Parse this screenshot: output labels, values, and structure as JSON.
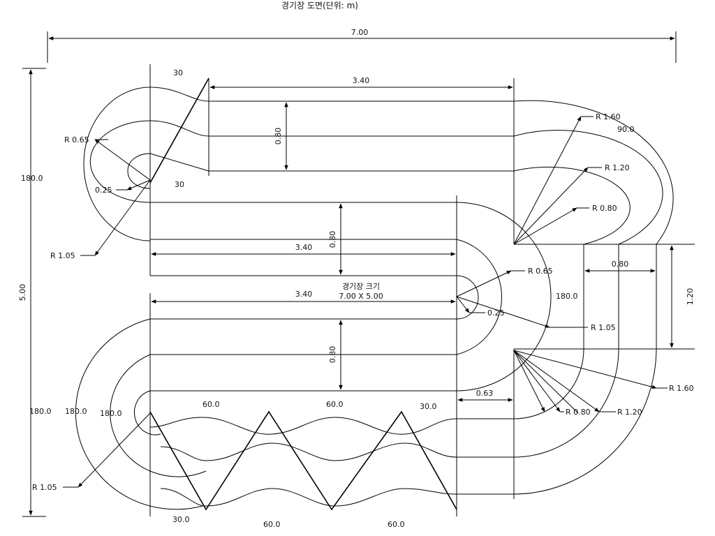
{
  "title": "경기장 도면(단위: m)",
  "stadium_label": "경기장 크기",
  "stadium_size": "7.00 X 5.00",
  "labels": {
    "total_width": "7.00",
    "total_height": "5.00",
    "straight_top": "3.40",
    "straight_mid": "3.40",
    "straight_low": "3.40",
    "gap_top": "0.80",
    "gap_mid": "0.80",
    "gap_low": "0.80",
    "gap_right": "0.80",
    "right_gap": "1.20",
    "offset": "0.63",
    "r160_top": "R 1.60",
    "r120_top": "R 1.20",
    "r080_top": "R 0.80",
    "r065_mid": "R 0.65",
    "r105_mid": "R 1.05",
    "r025_mid": "0.25",
    "r065_left": "R 0.65",
    "r025_left": "0.25",
    "r105_left": "R 1.05",
    "r105_bottom": "R 1.05",
    "r080_bot": "R 0.80",
    "r120_bot": "R 1.20",
    "r160_bot": "R 1.60",
    "angle_30_top": "30",
    "angle_30_mid": "30",
    "angle_90": "90.0",
    "angle_180_left": "180.0",
    "angle_180_mid": "180.0",
    "angle_180_b1": "180.0",
    "angle_180_b2": "180.0",
    "angle_180_b3": "180.0",
    "angle_60_a": "60.0",
    "angle_60_b": "60.0",
    "angle_30_c": "30.0",
    "angle_30_d": "30.0",
    "angle_60_e": "60.0",
    "angle_60_f": "60.0"
  }
}
